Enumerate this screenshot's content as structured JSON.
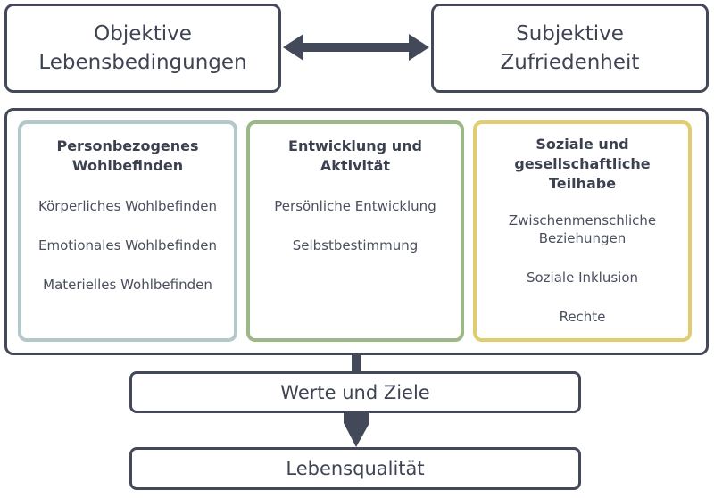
{
  "top": {
    "left_lines": [
      "Objektive",
      "Lebensbedingungen"
    ],
    "right_lines": [
      "Subjektive",
      "Zufriedenheit"
    ]
  },
  "panels": [
    {
      "title_lines": [
        "Personbezogenes",
        "Wohlbefinden"
      ],
      "items": [
        "Körperliches Wohlbefinden",
        "Emotionales Wohlbefinden",
        "Materielles Wohlbefinden"
      ],
      "border_color": "#b3c8c9"
    },
    {
      "title_lines": [
        "Entwicklung und",
        "Aktivität"
      ],
      "items": [
        "Persönliche Entwicklung",
        "Selbstbestimmung"
      ],
      "border_color": "#9cb788"
    },
    {
      "title_lines": [
        "Soziale und",
        "gesellschaftliche Teilhabe"
      ],
      "items": [
        "Zwischenmenschliche\nBeziehungen",
        "Soziale Inklusion",
        "Rechte"
      ],
      "border_color": "#e2cc70"
    }
  ],
  "values_box": "Werte und Ziele",
  "quality_box": "Lebensqualität",
  "colors": {
    "dark": "#434959"
  }
}
